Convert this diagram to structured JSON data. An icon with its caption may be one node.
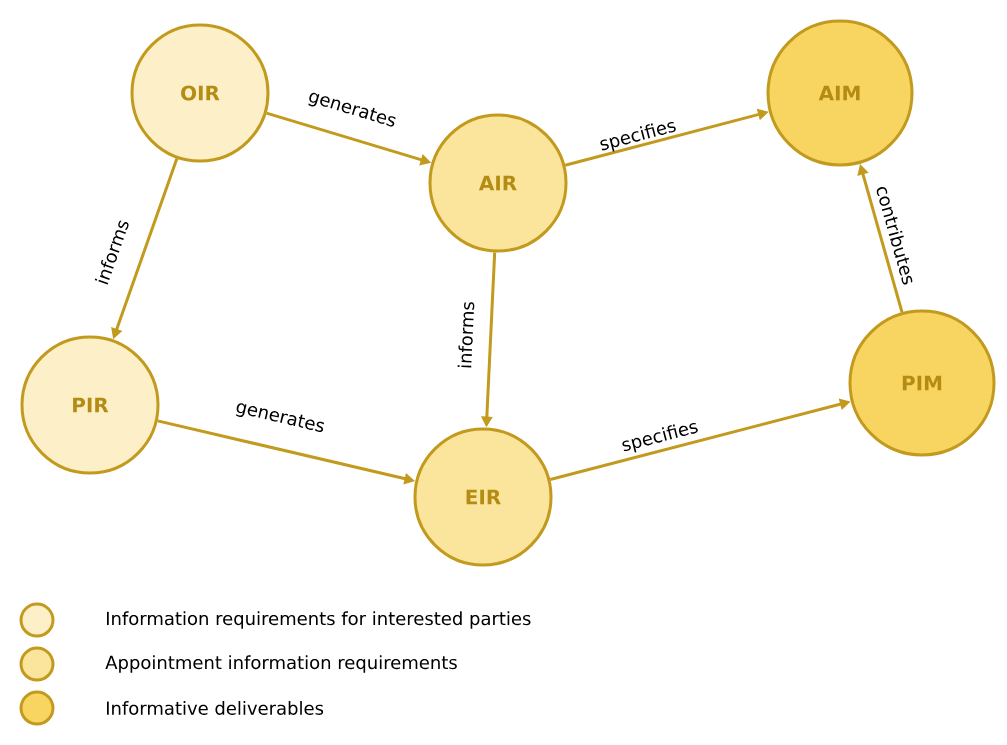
{
  "diagram": {
    "nodes": [
      {
        "text": [
          "OIR"
        ]
      },
      {
        "text": [
          "AIR"
        ]
      },
      {
        "text": [
          "AIM"
        ]
      },
      {
        "text": [
          "PIR"
        ]
      },
      {
        "text": [
          "EIR"
        ]
      },
      {
        "text": [
          "PIM"
        ]
      }
    ],
    "edges": [
      {
        "from": 0,
        "to": 1,
        "arrow": "to",
        "label": "generates"
      },
      {
        "from": 0,
        "to": 3,
        "arrow": "to",
        "label": "informs"
      },
      {
        "from": 1,
        "to": 2,
        "arrow": "to",
        "label": "specifies"
      },
      {
        "from": 1,
        "to": 4,
        "arrow": "to",
        "label": "informs"
      },
      {
        "from": 3,
        "to": 4,
        "arrow": "to",
        "label": "generates"
      },
      {
        "from": 4,
        "to": 5,
        "arrow": "to",
        "label": "specifies"
      },
      {
        "from": 5,
        "to": 2,
        "arrow": "to",
        "label": "contributes"
      }
    ],
    "legend": [
      {
        "text": "Information requirements for interested parties",
        "color": "#fdf0c8"
      },
      {
        "text": "Appointment information requirements",
        "color": "#fbe49c"
      },
      {
        "text": "Informative deliverables",
        "color": "#f8d560"
      }
    ]
  }
}
